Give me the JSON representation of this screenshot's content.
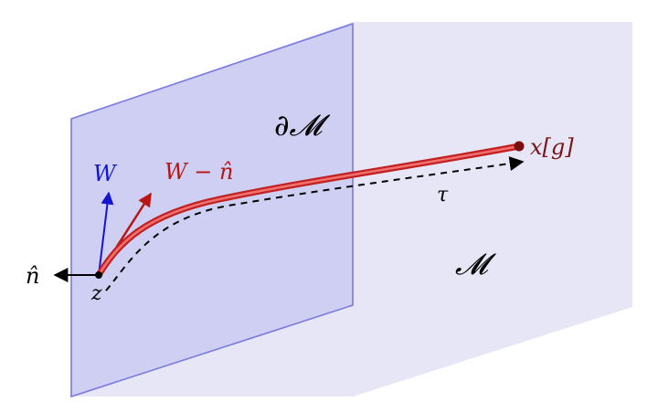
{
  "labels": {
    "boundary": "∂𝓜",
    "manifold": "𝓜",
    "endpoint": "x[g]",
    "tau": "τ",
    "w": "W",
    "w_minus_n": "W − n̂",
    "n_hat": "n̂",
    "z": "z"
  },
  "colors": {
    "background_region": "#e6e6f7",
    "boundary_plane_fill": "#c9caf1",
    "boundary_plane_edge": "#7a7ae0",
    "curve_outer": "#c21f1f",
    "curve_inner": "#f07070",
    "endpoint_dot": "#7a0d0d",
    "endpoint_label": "#7a1515",
    "w_arrow": "#1515d0",
    "w_minus_n_arrow": "#b81515",
    "n_arrow": "#000000",
    "dashed_path": "#000000"
  }
}
